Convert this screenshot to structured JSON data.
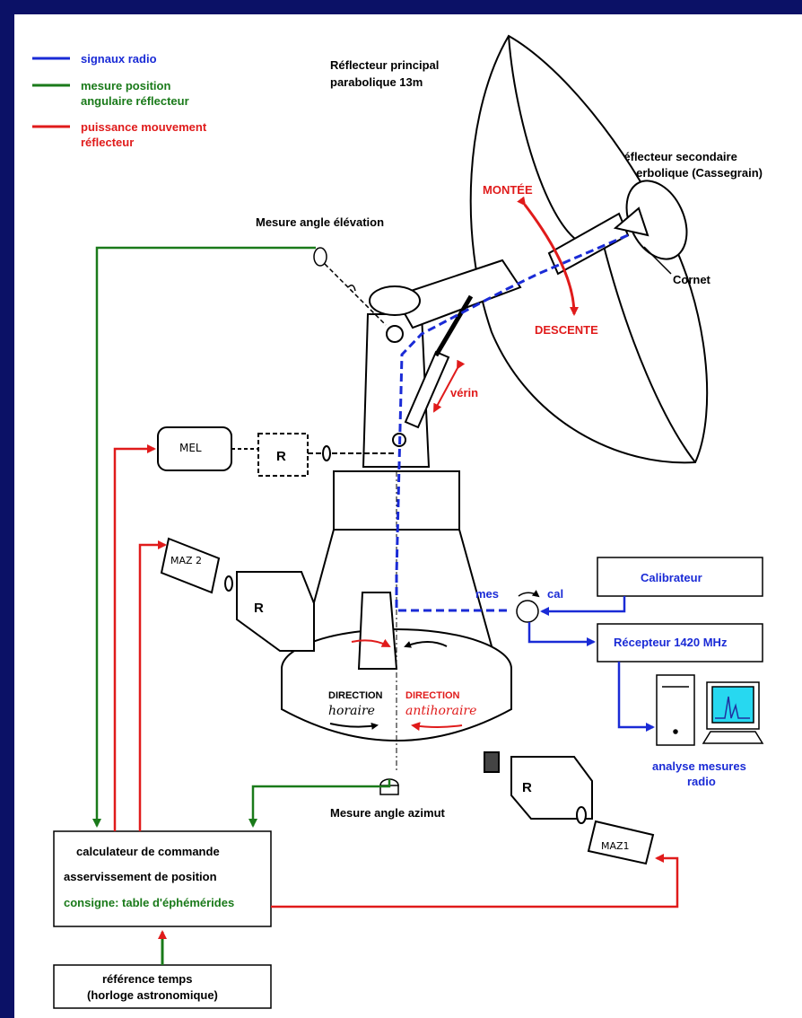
{
  "colors": {
    "background": "#0b1166",
    "radio_signal": "#1a2bd6",
    "angle_measure": "#1a7a1a",
    "power": "#e01b1b"
  },
  "legend": [
    {
      "line1": "signaux radio",
      "line2": "",
      "color": "#1a2bd6",
      "icon": "blue-line"
    },
    {
      "line1": "mesure position",
      "line2": "angulaire réflecteur",
      "color": "#1a7a1a",
      "icon": "green-line"
    },
    {
      "line1": "puissance mouvement",
      "line2": "réflecteur",
      "color": "#e01b1b",
      "icon": "red-line"
    }
  ],
  "labels": {
    "main_reflector_1": "Réflecteur principal",
    "main_reflector_2": "parabolique 13m",
    "secondary_reflector_1": "Réflecteur secondaire",
    "secondary_reflector_2": "hyperbolique (Cassegrain)",
    "cornet": "Cornet",
    "montee": "MONTÉE",
    "descente": "DESCENTE",
    "verin": "vérin",
    "elevation_measure": "Mesure angle élévation",
    "azimuth_measure": "Mesure angle azimut",
    "mel": "MEL",
    "r": "R",
    "maz2": "MAZ 2",
    "maz1": "MAZ1",
    "direction_horaire_1": "DIRECTION",
    "direction_horaire_2": "horaire",
    "direction_antihoraire_1": "DIRECTION",
    "direction_antihoraire_2": "antihoraire",
    "mes": "mes",
    "cal": "cal",
    "calibrateur": "Calibrateur",
    "recepteur": "Récepteur 1420 MHz",
    "analyse_1": "analyse mesures",
    "analyse_2": "radio",
    "calc_1": "calculateur de commande",
    "calc_2": "asservissement de position",
    "calc_3": "consigne: table d'éphémérides",
    "ref_1": "référence temps",
    "ref_2": "(horloge astronomique)"
  }
}
